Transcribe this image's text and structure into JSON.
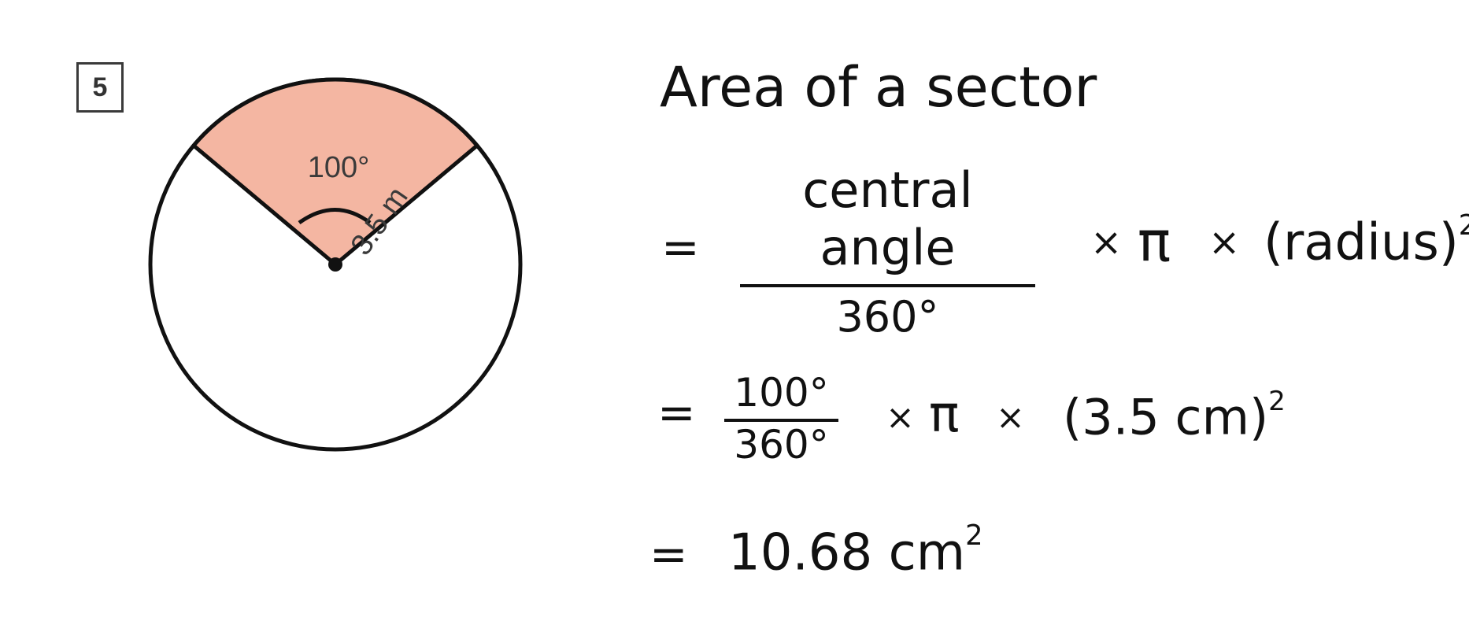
{
  "problem": {
    "number": "5",
    "angle_label": "100°",
    "radius_label": "3.5 m",
    "sector_color": "#f4b6a2",
    "central_angle_deg": 100
  },
  "solution": {
    "title": "Area of a sector",
    "line1": {
      "equals": "=",
      "numerator": "central angle",
      "denominator": "360°",
      "times1": "×",
      "pi": "π",
      "times2": "×",
      "radius_term": "(radius)",
      "exponent": "2"
    },
    "line2": {
      "equals": "=",
      "numerator": "100°",
      "denominator": "360°",
      "times1": "×",
      "pi": "π",
      "times2": "×",
      "radius_term": "(3.5 cm)",
      "exponent": "2"
    },
    "line3": {
      "equals": "=",
      "result": "10.68 cm",
      "exponent": "2"
    }
  }
}
